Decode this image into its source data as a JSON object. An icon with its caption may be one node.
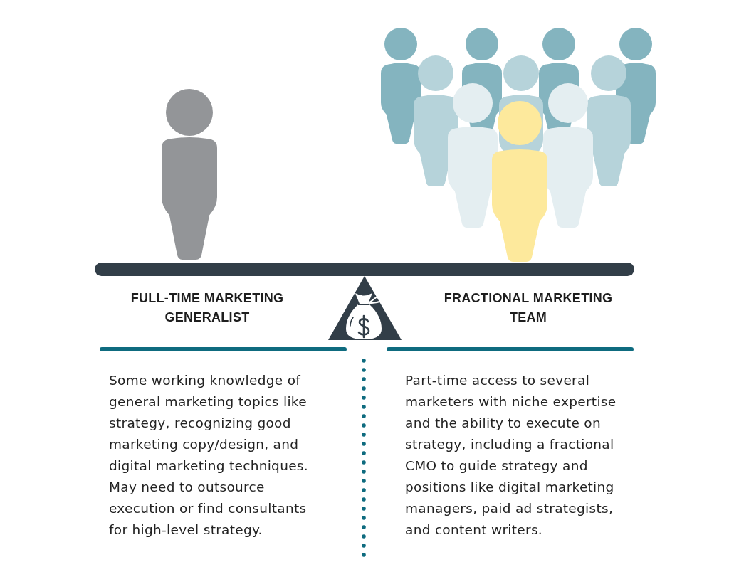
{
  "diagram": {
    "labels": [
      "FULL-TIME MARKETING GENERALIST",
      "FRACTIONAL MARKETING TEAM",
      "Some working knowledge of general marketing topics like strategy, recognizing good marketing copy/design, and digital marketing techniques. May need to outsource execution or find consultants for high-level strategy.",
      "Part-time access to several marketers with niche expertise and the ability to execute on strategy, including a fractional CMO to guide strategy and positions like digital marketing managers, paid ad strategists, and content writers."
    ]
  }
}
